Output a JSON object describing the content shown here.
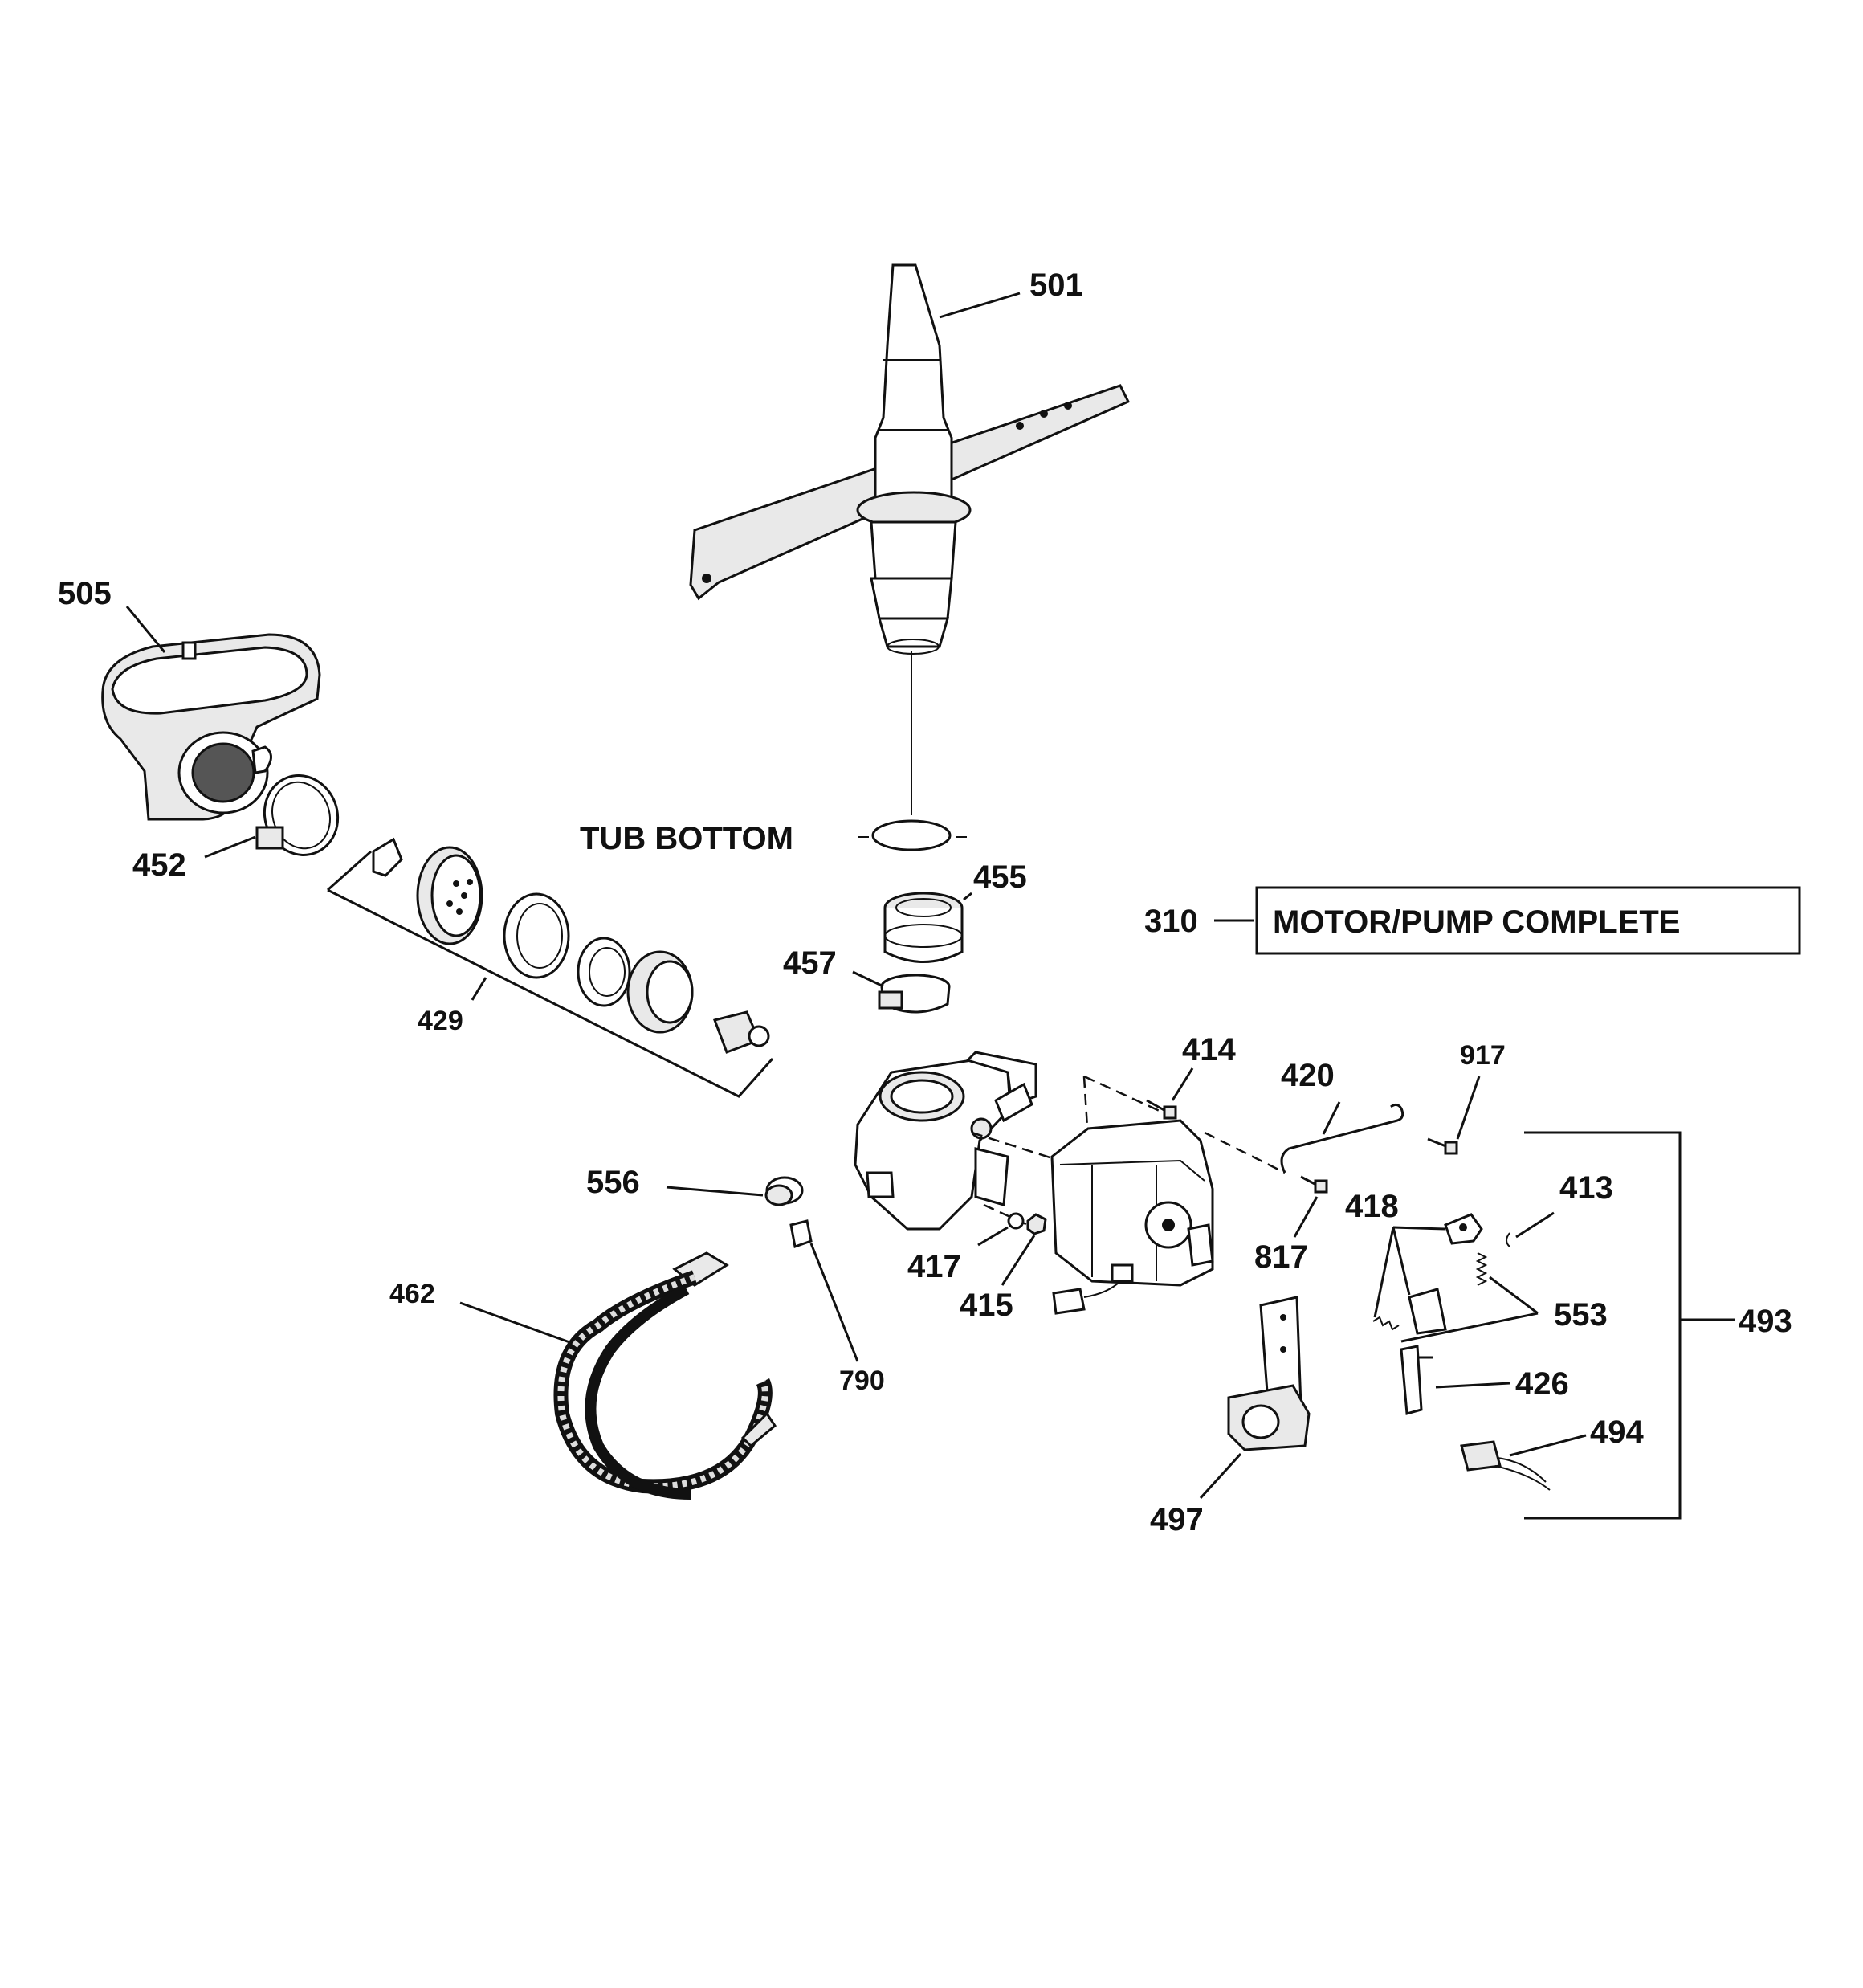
{
  "diagram": {
    "tub_label": "TUB BOTTOM",
    "motor_box_label": "MOTOR/PUMP COMPLETE",
    "callouts": {
      "c501": "501",
      "c505": "505",
      "c452": "452",
      "c429": "429",
      "c455": "455",
      "c457": "457",
      "c310": "310",
      "c414": "414",
      "c420": "420",
      "c917": "917",
      "c556": "556",
      "c418": "418",
      "c413": "413",
      "c817": "817",
      "c417": "417",
      "c415": "415",
      "c553": "553",
      "c493": "493",
      "c462": "462",
      "c790": "790",
      "c426": "426",
      "c494": "494",
      "c497": "497"
    }
  }
}
